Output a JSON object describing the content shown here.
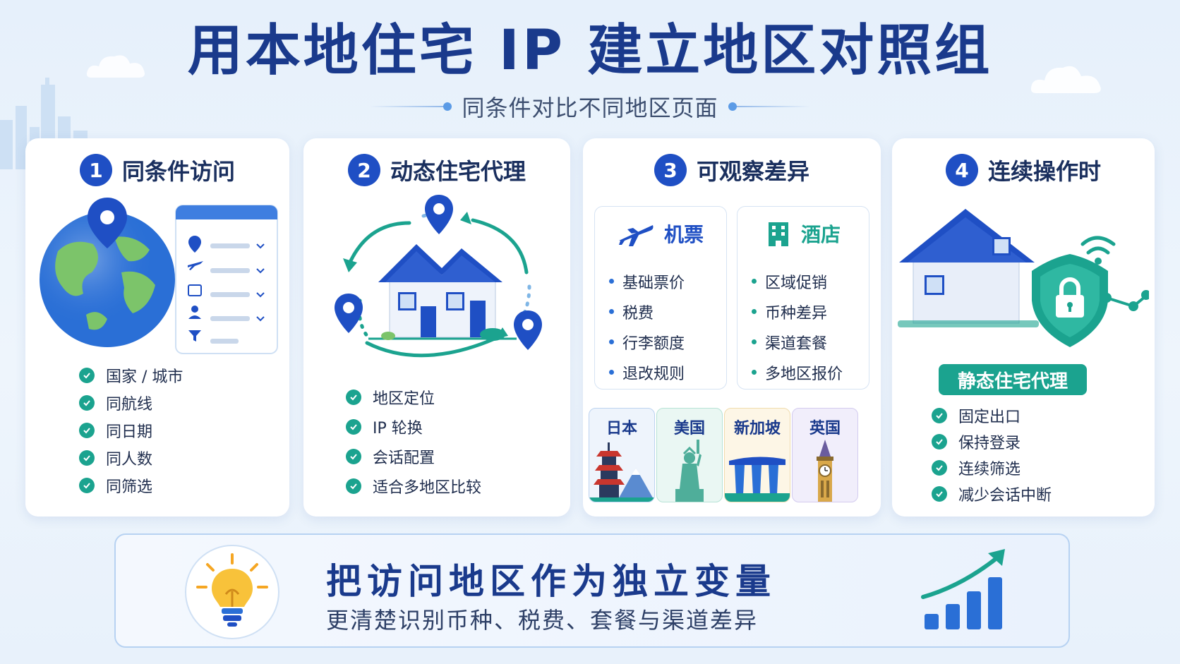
{
  "title": "用本地住宅 IP 建立地区对照组",
  "subtitle": "同条件对比不同地区页面",
  "steps": [
    {
      "num": "1",
      "title": "同条件访问",
      "items": [
        "国家 / 城市",
        "同航线",
        "同日期",
        "同人数",
        "同筛选"
      ]
    },
    {
      "num": "2",
      "title": "动态住宅代理",
      "items": [
        "地区定位",
        "IP 轮换",
        "会话配置",
        "适合多地区比较"
      ]
    },
    {
      "num": "3",
      "title": "可观察差异",
      "flight": {
        "title": "机票",
        "items": [
          "基础票价",
          "税费",
          "行李额度",
          "退改规则"
        ]
      },
      "hotel": {
        "title": "酒店",
        "items": [
          "区域促销",
          "币种差异",
          "渠道套餐",
          "多地区报价"
        ]
      },
      "regions": [
        "日本",
        "美国",
        "新加坡",
        "英国"
      ]
    },
    {
      "num": "4",
      "title": "连续操作时",
      "badge": "静态住宅代理",
      "items": [
        "固定出口",
        "保持登录",
        "连续筛选",
        "减少会话中断"
      ]
    }
  ],
  "bottom": {
    "title": "把访问地区作为独立变量",
    "subtitle": "更清楚识别币种、税费、套餐与渠道差异"
  },
  "colors": {
    "primary": "#1f4fc4",
    "teal": "#1ba38f",
    "title": "#1a3a8c"
  }
}
